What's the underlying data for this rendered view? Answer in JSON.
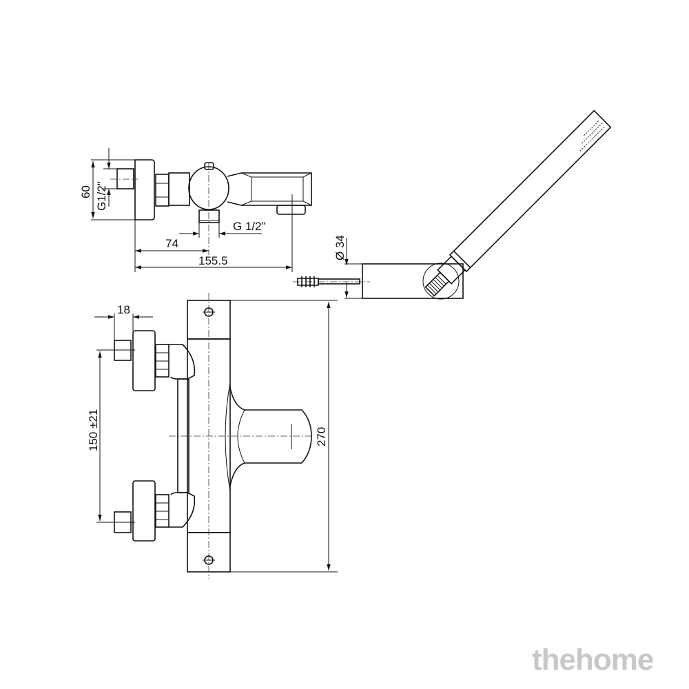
{
  "top_view": {
    "dim_height": "60",
    "dim_inlet_thread": "G1/2\"",
    "dim_outlet_offset": "74",
    "dim_spout_length": "155.5",
    "dim_outlet_thread": "G 1/2\""
  },
  "front_view": {
    "dim_flange_depth": "18",
    "dim_inlet_spacing": "150 ±21",
    "dim_total_width": "270"
  },
  "hand_shower": {
    "dim_bracket_diameter": "Ø 34"
  },
  "watermark": "thehome",
  "colors": {
    "line": "#111111",
    "watermark": "#c8c8c8"
  }
}
